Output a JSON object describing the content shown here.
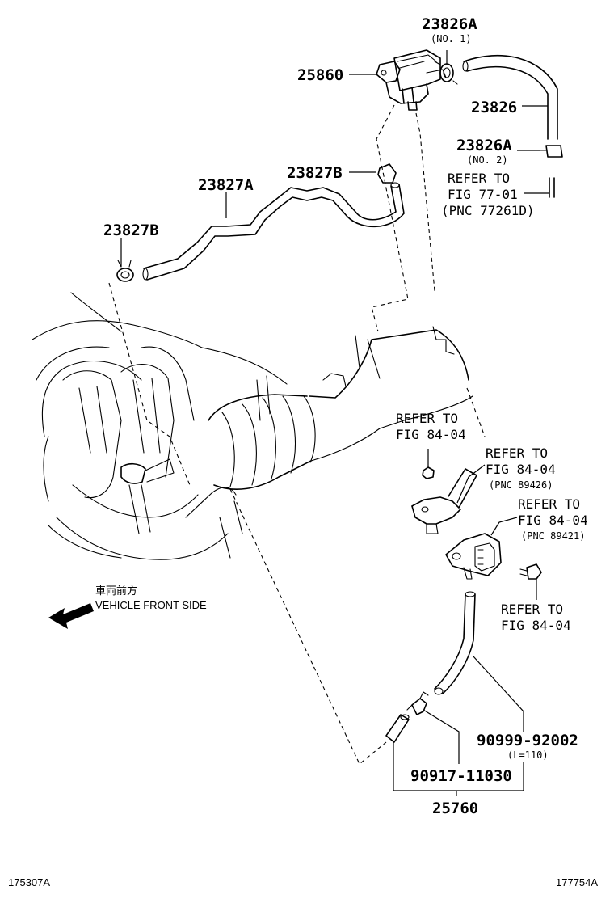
{
  "parts": {
    "p23826A_1": "23826A",
    "p23826A_1_note": "(NO. 1)",
    "p25860": "25860",
    "p23826": "23826",
    "p23826A_2": "23826A",
    "p23826A_2_note": "(NO. 2)",
    "p23827B_top": "23827B",
    "p23827A": "23827A",
    "p23827B_left": "23827B",
    "p90999": "90999-92002",
    "p90999_note": "(L=110)",
    "p90917": "90917-11030",
    "p25760": "25760"
  },
  "refs": {
    "r1_line1": "REFER TO",
    "r1_line2": "FIG 77-01",
    "r1_line3": "(PNC 77261D)",
    "r2_line1": "REFER TO",
    "r2_line2": "FIG 84-04",
    "r3_line1": "REFER TO",
    "r3_line2": "FIG 84-04",
    "r3_line3": "(PNC 89426)",
    "r4_line1": "REFER TO",
    "r4_line2": "FIG 84-04",
    "r4_line3": "(PNC 89421)",
    "r5_line1": "REFER TO",
    "r5_line2": "FIG 84-04"
  },
  "orientation": {
    "jp": "車両前方",
    "en": "VEHICLE FRONT SIDE",
    "icon": "arrow-left-icon"
  },
  "footer": {
    "left_code": "175307A",
    "right_code": "177754A"
  }
}
